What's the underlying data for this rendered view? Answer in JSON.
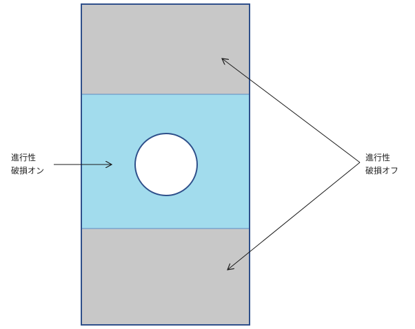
{
  "labels": {
    "on": {
      "line1": "進行性",
      "line2": "破損オン"
    },
    "off": {
      "line1": "進行性",
      "line2": "破損オフ"
    }
  },
  "colors": {
    "background": "#ffffff",
    "gray_region": "#c8c8c8",
    "blue_region": "#a2dced",
    "border": "#2e4f8a",
    "divider": "#5b8bc4",
    "hole": "#ffffff",
    "arrow": "#1a1a1a"
  }
}
